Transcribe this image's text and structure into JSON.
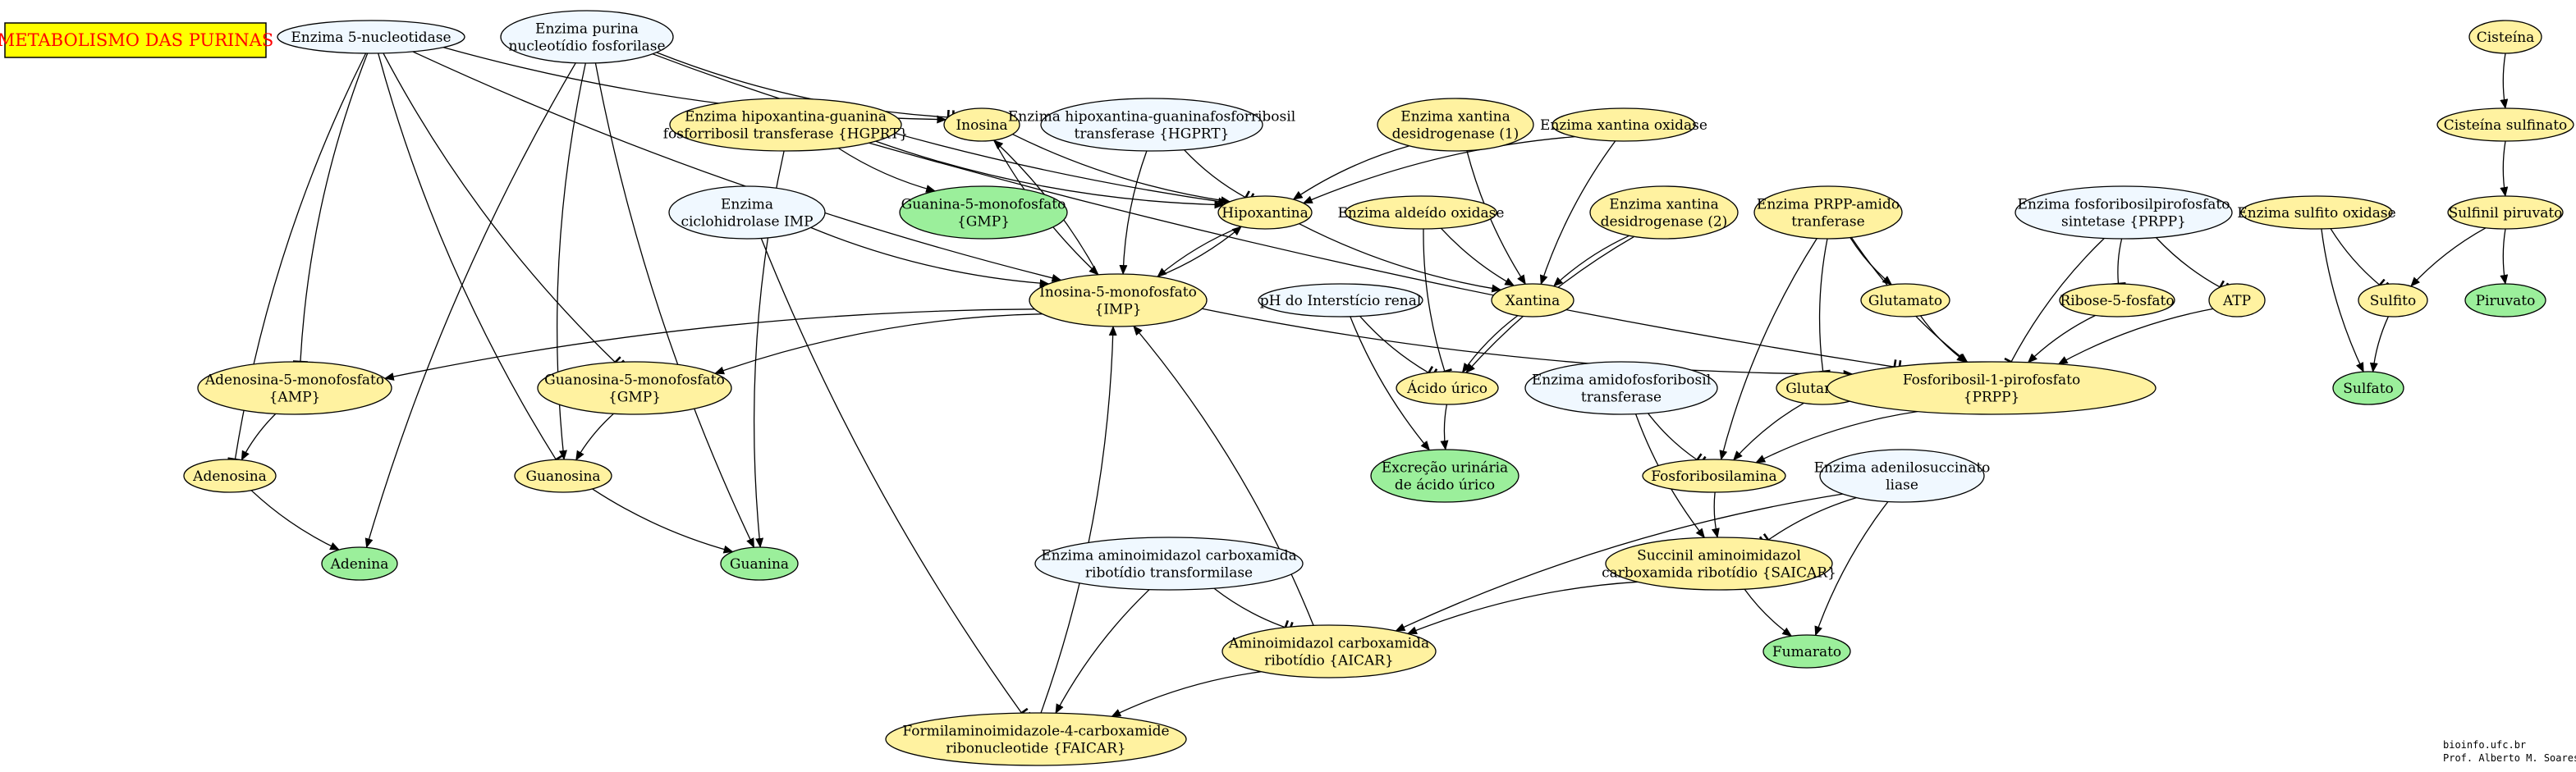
{
  "title": "METABOLISMO DAS PURINAS",
  "credits": [
    "bioinfo.ufc.br",
    "Prof. Alberto M. Soares"
  ],
  "colors": {
    "enzyme": "#f0f8ff",
    "metabolite": "#fff2a0",
    "product": "#9bef9b",
    "title_box": "#ffff00",
    "title_text": "#ff0000",
    "edge": "#000000"
  },
  "nodes": [
    {
      "id": "e5nuc",
      "type": "enzyme",
      "lines": [
        "Enzima 5-nucleotidase"
      ]
    },
    {
      "id": "epnp",
      "type": "enzyme",
      "lines": [
        "Enzima purina",
        "nucleotídio fosforilase"
      ]
    },
    {
      "id": "inosina",
      "type": "metabolite",
      "lines": [
        "Inosina"
      ]
    },
    {
      "id": "ehgprt1",
      "type": "metabolite",
      "lines": [
        "Enzima hipoxantina-guanina",
        "fosforribosil transferase {HGPRT}"
      ]
    },
    {
      "id": "ehgprt2",
      "type": "enzyme",
      "lines": [
        "Enzima hipoxantina-guaninafosforribosil",
        "transferase {HGPRT}"
      ]
    },
    {
      "id": "exd1",
      "type": "metabolite",
      "lines": [
        "Enzima xantina",
        "desidrogenase (1)"
      ]
    },
    {
      "id": "exo",
      "type": "metabolite",
      "lines": [
        "Enzima xantina oxidase"
      ]
    },
    {
      "id": "cisteina",
      "type": "metabolite",
      "lines": [
        "Cisteína"
      ]
    },
    {
      "id": "cistsulf",
      "type": "metabolite",
      "lines": [
        "Cisteína sulfinato"
      ]
    },
    {
      "id": "eimp",
      "type": "enzyme",
      "lines": [
        "Enzima",
        "ciclohidrolase IMP"
      ]
    },
    {
      "id": "gmp1",
      "type": "product",
      "lines": [
        "Guanina-5-monofosfato",
        "{GMP}"
      ]
    },
    {
      "id": "hipox",
      "type": "metabolite",
      "lines": [
        "Hipoxantina"
      ]
    },
    {
      "id": "ealdox",
      "type": "metabolite",
      "lines": [
        "Enzima aldeído oxidase"
      ]
    },
    {
      "id": "exd2",
      "type": "metabolite",
      "lines": [
        "Enzima xantina",
        "desidrogenase (2)"
      ]
    },
    {
      "id": "eprppat",
      "type": "metabolite",
      "lines": [
        "Enzima PRPP-amido",
        "tranferase"
      ]
    },
    {
      "id": "eprpps",
      "type": "enzyme",
      "lines": [
        "Enzima fosforibosilpirofosfato",
        "sintetase {PRPP}"
      ]
    },
    {
      "id": "esulfox",
      "type": "metabolite",
      "lines": [
        "Enzima sulfito oxidase"
      ]
    },
    {
      "id": "sulfpir",
      "type": "metabolite",
      "lines": [
        "Sulfinil piruvato"
      ]
    },
    {
      "id": "imp",
      "type": "metabolite",
      "lines": [
        "Inosina-5-monofosfato",
        "{IMP}"
      ]
    },
    {
      "id": "ph",
      "type": "enzyme",
      "lines": [
        "pH do Interstício renal"
      ]
    },
    {
      "id": "xantina",
      "type": "metabolite",
      "lines": [
        "Xantina"
      ]
    },
    {
      "id": "glutamato",
      "type": "metabolite",
      "lines": [
        "Glutamato"
      ]
    },
    {
      "id": "ribose",
      "type": "metabolite",
      "lines": [
        "Ribose-5-fosfato"
      ]
    },
    {
      "id": "atp",
      "type": "metabolite",
      "lines": [
        "ATP"
      ]
    },
    {
      "id": "sulfito",
      "type": "metabolite",
      "lines": [
        "Sulfito"
      ]
    },
    {
      "id": "piruvato",
      "type": "product",
      "lines": [
        "Piruvato"
      ]
    },
    {
      "id": "amp",
      "type": "metabolite",
      "lines": [
        "Adenosina-5-monofosfato",
        "{AMP}"
      ]
    },
    {
      "id": "gmp2",
      "type": "metabolite",
      "lines": [
        "Guanosina-5-monofosfato",
        "{GMP}"
      ]
    },
    {
      "id": "urico",
      "type": "metabolite",
      "lines": [
        "Ácido úrico"
      ]
    },
    {
      "id": "eamido",
      "type": "enzyme",
      "lines": [
        "Enzima amidofosforibosil",
        "transferase"
      ]
    },
    {
      "id": "glutamina",
      "type": "metabolite",
      "lines": [
        "Glutamina"
      ]
    },
    {
      "id": "prpp",
      "type": "metabolite",
      "lines": [
        "Fosforibosil-1-pirofosfato",
        "{PRPP}"
      ]
    },
    {
      "id": "sulfato",
      "type": "product",
      "lines": [
        "Sulfato"
      ]
    },
    {
      "id": "adenosina",
      "type": "metabolite",
      "lines": [
        "Adenosina"
      ]
    },
    {
      "id": "guanosina",
      "type": "metabolite",
      "lines": [
        "Guanosina"
      ]
    },
    {
      "id": "excrecao",
      "type": "product",
      "lines": [
        "Excreção urinária",
        "de ácido úrico"
      ]
    },
    {
      "id": "fosfamina",
      "type": "metabolite",
      "lines": [
        "Fosforibosilamina"
      ]
    },
    {
      "id": "eadsl",
      "type": "enzyme",
      "lines": [
        "Enzima adenilosuccinato",
        "liase"
      ]
    },
    {
      "id": "adenina",
      "type": "product",
      "lines": [
        "Adenina"
      ]
    },
    {
      "id": "guanina",
      "type": "product",
      "lines": [
        "Guanina"
      ]
    },
    {
      "id": "saicar",
      "type": "metabolite",
      "lines": [
        "Succinil aminoimidazol",
        "carboxamida ribotídio {SAICAR}"
      ]
    },
    {
      "id": "eaicart",
      "type": "enzyme",
      "lines": [
        "Enzima aminoimidazol carboxamida",
        "ribotídio transformilase"
      ]
    },
    {
      "id": "aicar",
      "type": "metabolite",
      "lines": [
        "Aminoimidazol carboxamida",
        "ribotídio {AICAR}"
      ]
    },
    {
      "id": "fumarato",
      "type": "product",
      "lines": [
        "Fumarato"
      ]
    },
    {
      "id": "faicar",
      "type": "metabolite",
      "lines": [
        "Formilaminoimidazole-4-carboxamide",
        "ribonucleotide {FAICAR}"
      ]
    }
  ],
  "edges": [
    [
      "e5nuc",
      "inosina"
    ],
    [
      "e5nuc",
      "amp",
      "tee"
    ],
    [
      "e5nuc",
      "gmp2",
      "tee"
    ],
    [
      "e5nuc",
      "adenosina",
      "tee"
    ],
    [
      "e5nuc",
      "guanosina",
      "tee"
    ],
    [
      "e5nuc",
      "imp"
    ],
    [
      "epnp",
      "inosina",
      "tee"
    ],
    [
      "epnp",
      "hipox"
    ],
    [
      "epnp",
      "adenina"
    ],
    [
      "epnp",
      "guanosina"
    ],
    [
      "epnp",
      "guanina"
    ],
    [
      "ehgprt1",
      "hipox"
    ],
    [
      "ehgprt1",
      "gmp1"
    ],
    [
      "ehgprt1",
      "guanina"
    ],
    [
      "ehgprt1",
      "prpp",
      "tee"
    ],
    [
      "ehgprt2",
      "hipox",
      "tee"
    ],
    [
      "ehgprt2",
      "imp"
    ],
    [
      "exd1",
      "hipox"
    ],
    [
      "exd1",
      "xantina"
    ],
    [
      "exo",
      "hipox"
    ],
    [
      "exo",
      "xantina"
    ],
    [
      "cisteina",
      "cistsulf"
    ],
    [
      "cistsulf",
      "sulfpir"
    ],
    [
      "eimp",
      "imp"
    ],
    [
      "eimp",
      "faicar",
      "tee"
    ],
    [
      "inosina",
      "hipox"
    ],
    [
      "inosina",
      "imp"
    ],
    [
      "hipox",
      "xantina"
    ],
    [
      "hipox",
      "imp"
    ],
    [
      "imp",
      "hipox"
    ],
    [
      "imp",
      "inosina"
    ],
    [
      "ealdox",
      "xantina"
    ],
    [
      "ealdox",
      "urico",
      "tee"
    ],
    [
      "exd2",
      "xantina"
    ],
    [
      "exd2",
      "urico"
    ],
    [
      "eprppat",
      "glutamato"
    ],
    [
      "eprppat",
      "glutamina",
      "tee"
    ],
    [
      "eprppat",
      "prpp"
    ],
    [
      "eprppat",
      "fosfamina"
    ],
    [
      "eprpps",
      "prpp",
      "tee"
    ],
    [
      "eprpps",
      "ribose",
      "tee"
    ],
    [
      "eprpps",
      "atp",
      "tee"
    ],
    [
      "esulfox",
      "sulfito",
      "tee"
    ],
    [
      "esulfox",
      "sulfato"
    ],
    [
      "sulfpir",
      "sulfito"
    ],
    [
      "sulfpir",
      "piruvato"
    ],
    [
      "sulfito",
      "sulfato"
    ],
    [
      "imp",
      "amp"
    ],
    [
      "imp",
      "gmp2"
    ],
    [
      "imp",
      "prpp"
    ],
    [
      "ph",
      "urico",
      "tee"
    ],
    [
      "ph",
      "excrecao"
    ],
    [
      "xantina",
      "urico"
    ],
    [
      "urico",
      "excrecao"
    ],
    [
      "glutamato",
      "prpp"
    ],
    [
      "ribose",
      "prpp"
    ],
    [
      "atp",
      "prpp"
    ],
    [
      "amp",
      "adenosina"
    ],
    [
      "gmp2",
      "guanosina"
    ],
    [
      "eamido",
      "fosfamina",
      "tee"
    ],
    [
      "eamido",
      "saicar"
    ],
    [
      "glutamina",
      "fosfamina"
    ],
    [
      "prpp",
      "fosfamina"
    ],
    [
      "fosfamina",
      "saicar"
    ],
    [
      "adenosina",
      "adenina"
    ],
    [
      "guanosina",
      "guanina"
    ],
    [
      "eadsl",
      "saicar",
      "tee"
    ],
    [
      "eadsl",
      "aicar"
    ],
    [
      "eadsl",
      "fumarato"
    ],
    [
      "saicar",
      "aicar"
    ],
    [
      "saicar",
      "fumarato"
    ],
    [
      "eaicart",
      "aicar",
      "tee"
    ],
    [
      "eaicart",
      "faicar"
    ],
    [
      "aicar",
      "faicar"
    ],
    [
      "aicar",
      "imp"
    ],
    [
      "faicar",
      "imp"
    ]
  ]
}
